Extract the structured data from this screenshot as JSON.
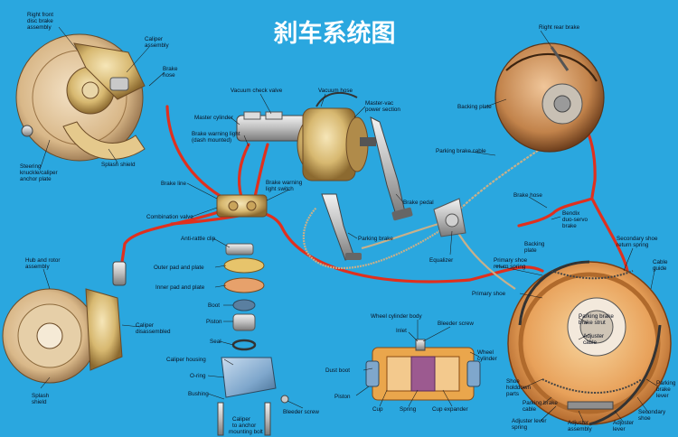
{
  "title": "刹车系统图",
  "colors": {
    "background": "#2aa7df",
    "brake_line": "#e0301e",
    "metal_gold": "#d7b870",
    "drum_orange": "#e8a15a",
    "caliper_blue": "#7fa7cc"
  },
  "labels": {
    "right_front_disc_brake_assembly": "Right front disc brake assembly",
    "caliper_assembly": "Caliper assembly",
    "brake_hose_front": "Brake hose",
    "steering_knuckle": "Steering knuckle/caliper anchor plate",
    "splash_shield_front": "Splash shield",
    "vacuum_check_valve": "Vacuum check valve",
    "vacuum_hose": "Vacuum hose",
    "master_cylinder": "Master cylinder",
    "master_vac_power_section": "Master-vac power section",
    "brake_warning_light_dash": "Brake warning light (dash mounted)",
    "brake_line": "Brake line",
    "brake_warning_light_switch": "Brake warning light switch",
    "combination_valve": "Combination valve",
    "brake_pedal": "Brake pedal",
    "parking_brake": "Parking brake",
    "right_rear_brake": "Right rear brake",
    "backing_plate": "Backing plate",
    "parking_brake_cable": "Parking brake cable",
    "brake_hose_rear": "Brake hose",
    "bendix_duo_servo_brake": "Bendix duo-servo brake",
    "backing_plate_rear": "Backing plate",
    "equalizer": "Equalizer",
    "primary_shoe_return_spring": "Primary shoe return spring",
    "secondary_shoe_return_spring": "Secondary shoe return spring",
    "cable_guide": "Cable guide",
    "primary_shoe": "Primary shoe",
    "hub_and_rotor_assembly": "Hub and rotor assembly",
    "caliper_disassembled": "Caliper disassembled",
    "anti_rattle_clip": "Anti-rattle clip",
    "outer_pad_and_plate": "Outer pad and plate",
    "inner_pad_and_plate": "Inner pad and plate",
    "boot": "Boot",
    "piston": "Piston",
    "seal": "Seal",
    "caliper_housing": "Caliper housing",
    "o_ring": "O-ring",
    "bushing": "Bushing",
    "bleeder_screw_caliper": "Bleeder screw",
    "caliper_to_anchor_mounting_bolt": "Caliper to anchor mounting bolt",
    "splash_shield_rear": "Splash shield",
    "wheel_cylinder_body": "Wheel cylinder body",
    "bleeder_screw_wheel": "Bleeder screw",
    "inlet": "Inlet",
    "wheel_cylinder": "Wheel cylinder",
    "dust_boot": "Dust boot",
    "piston_wheel": "Piston",
    "cup_left": "Cup",
    "spring": "Spring",
    "cup_expander": "Cup expander",
    "parking_brake_strut": "Parking brake strut",
    "adjuster_cable": "Adjuster cable",
    "shoe_holddown_parts": "Shoe holddown parts",
    "parking_brake_cable_rear": "Parking brake cable",
    "adjuster_lever_spring": "Adjuster lever spring",
    "adjuster_assembly": "Adjuster assembly",
    "adjuster_lever": "Adjuster lever",
    "secondary_shoe": "Secondary shoe",
    "parking_brake_lever": "Parking brake lever"
  }
}
